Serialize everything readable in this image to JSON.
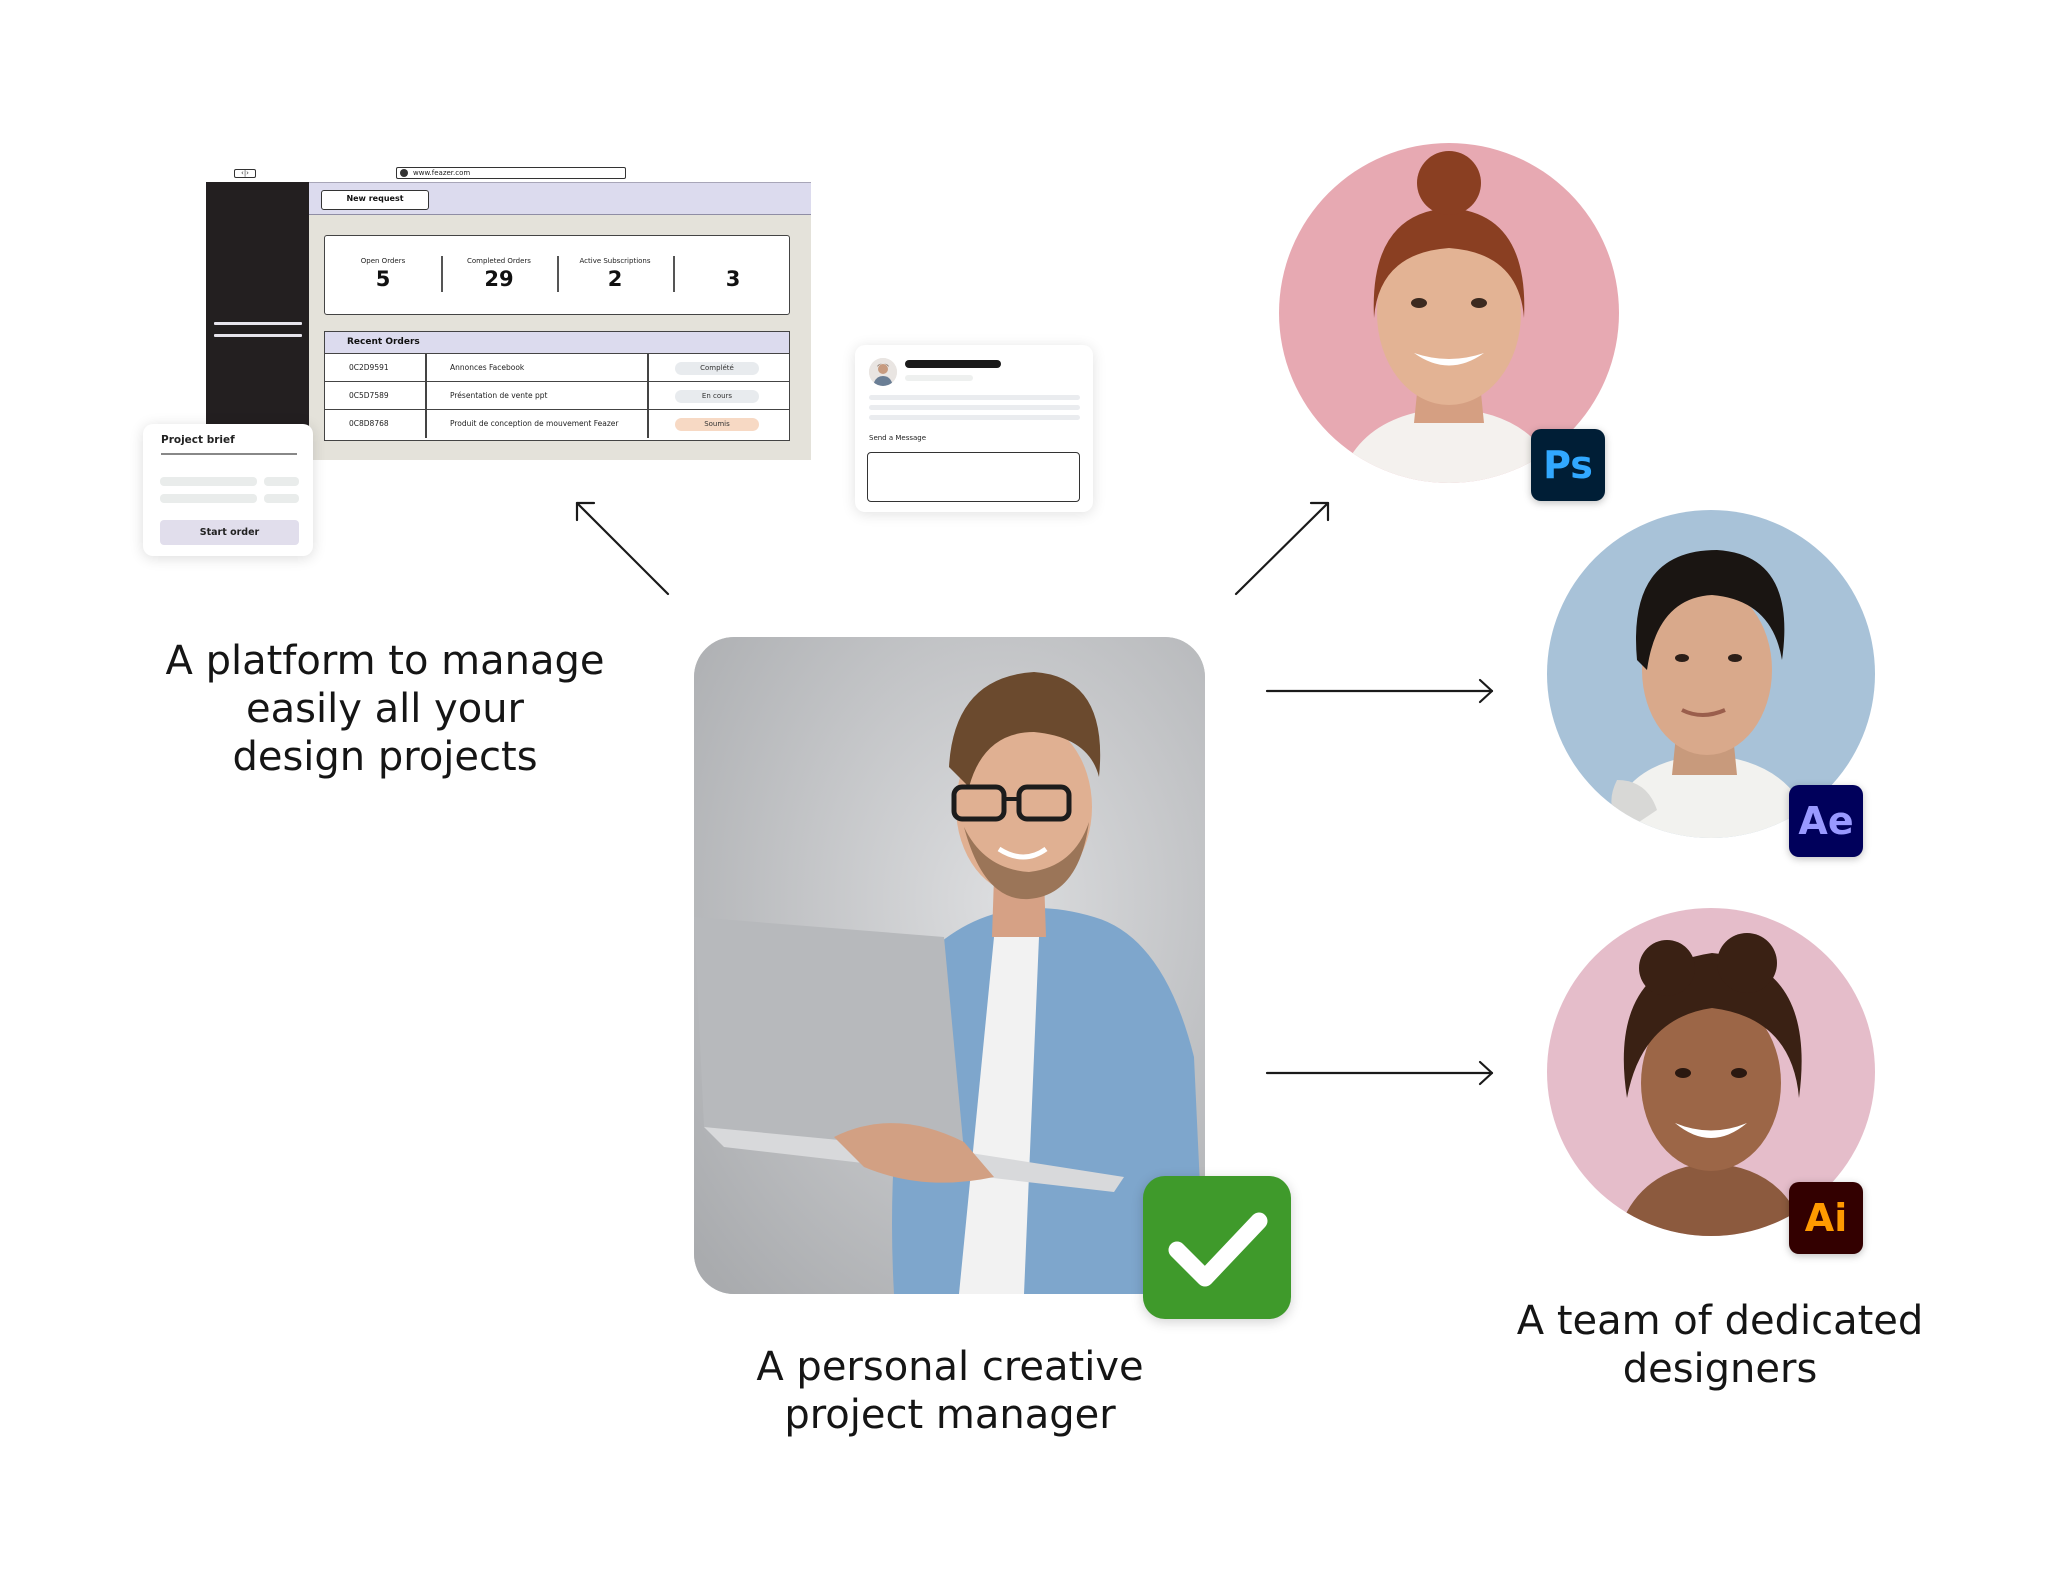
{
  "dashboard": {
    "url": "www.feazer.com",
    "new_request": "New request",
    "stats": [
      {
        "label": "Open Orders",
        "value": "5"
      },
      {
        "label": "Completed Orders",
        "value": "29"
      },
      {
        "label": "Active Subscriptions",
        "value": "2"
      },
      {
        "label": "",
        "value": "3"
      }
    ],
    "recent_orders_title": "Recent Orders",
    "orders": [
      {
        "id": "0C2D9591",
        "name": "Annonces Facebook",
        "status": "Complété",
        "status_color": "#e8ebee"
      },
      {
        "id": "0C5D7589",
        "name": "Présentation de vente ppt",
        "status": "En cours",
        "status_color": "#e8ebee"
      },
      {
        "id": "0C8D8768",
        "name": "Produit de conception de mouvement Feazer",
        "status": "Soumis",
        "status_color": "#f7d9c4"
      }
    ]
  },
  "brief": {
    "title": "Project brief",
    "button": "Start order"
  },
  "message": {
    "label": "Send a Message"
  },
  "badges": {
    "ps": "Ps",
    "ae": "Ae",
    "ai": "Ai"
  },
  "captions": {
    "platform": [
      "A platform to manage",
      "easily all your",
      "design projects"
    ],
    "manager": [
      "A personal creative",
      "project manager"
    ],
    "team": [
      "A team of dedicated",
      "designers"
    ]
  },
  "colors": {
    "sidebar": "#231f20",
    "header": "#dcdbee",
    "check_green": "#3f9a2b",
    "ps_bg": "#001e36",
    "ae_bg": "#00005b",
    "ai_bg": "#330000"
  }
}
